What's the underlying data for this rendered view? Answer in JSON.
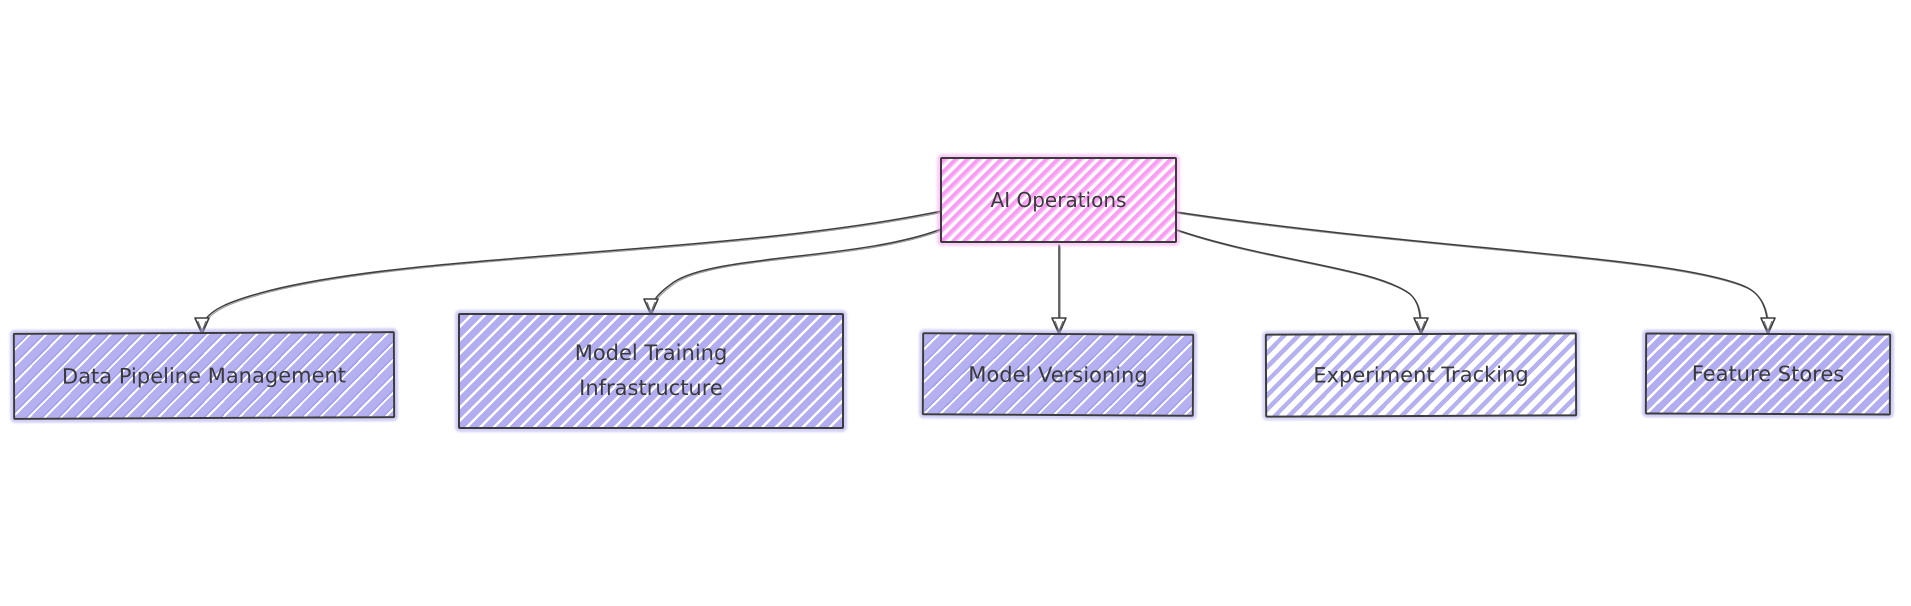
{
  "diagram": {
    "type": "flowchart",
    "direction": "top-down",
    "style": "hand-drawn-sketch",
    "nodes": {
      "root": {
        "id": "ai_operations",
        "label": "AI Operations",
        "fill": "pink-hatch"
      },
      "children": [
        {
          "id": "data_pipeline_management",
          "label": "Data Pipeline Management",
          "fill": "lavender-hatch"
        },
        {
          "id": "model_training_infrastructure",
          "label": "Model Training Infrastructure",
          "fill": "lavender-hatch"
        },
        {
          "id": "model_versioning",
          "label": "Model Versioning",
          "fill": "lavender-hatch"
        },
        {
          "id": "experiment_tracking",
          "label": "Experiment Tracking",
          "fill": "lavender-hatch-light"
        },
        {
          "id": "feature_stores",
          "label": "Feature Stores",
          "fill": "lavender-hatch"
        }
      ]
    },
    "edges": [
      {
        "from": "AI Operations",
        "to": "Data Pipeline Management",
        "arrow": "pointed"
      },
      {
        "from": "AI Operations",
        "to": "Model Training Infrastructure",
        "arrow": "pointed"
      },
      {
        "from": "AI Operations",
        "to": "Model Versioning",
        "arrow": "pointed"
      },
      {
        "from": "AI Operations",
        "to": "Experiment Tracking",
        "arrow": "pointed"
      },
      {
        "from": "AI Operations",
        "to": "Feature Stores",
        "arrow": "pointed"
      }
    ],
    "colors": {
      "background": "#ffffff",
      "root_fill": "#f99df4",
      "child_fill": "#b3aff0",
      "node_border": "#3b3b3b",
      "edge_stroke": "#3f3f3f",
      "text": "#3a3a3a"
    }
  }
}
